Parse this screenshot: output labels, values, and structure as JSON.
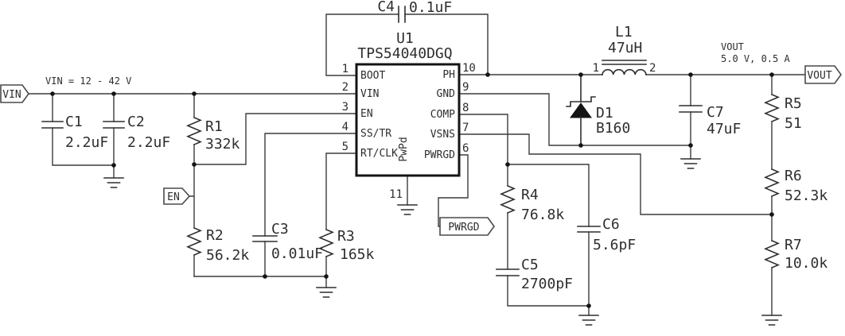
{
  "schematic": {
    "style": {
      "background": "#ffffff",
      "ink": "#333333"
    },
    "ic": {
      "refdes": "U1",
      "part": "TPS54040DGQ",
      "pins_left": [
        {
          "num": "1",
          "name": "BOOT"
        },
        {
          "num": "2",
          "name": "VIN"
        },
        {
          "num": "3",
          "name": "EN"
        },
        {
          "num": "4",
          "name": "SS/TR"
        },
        {
          "num": "5",
          "name": "RT/CLK"
        }
      ],
      "pins_right": [
        {
          "num": "10",
          "name": "PH"
        },
        {
          "num": "9",
          "name": "GND"
        },
        {
          "num": "8",
          "name": "COMP"
        },
        {
          "num": "7",
          "name": "VSNS"
        },
        {
          "num": "6",
          "name": "PWRGD"
        }
      ],
      "pin_bottom": {
        "num": "11",
        "name": "PwPd"
      }
    },
    "tags": {
      "vin": "VIN",
      "en": "EN",
      "pwrgd": "PWRGD",
      "vout": "VOUT"
    },
    "notes": {
      "vin_range": "VIN = 12 - 42 V",
      "vout_name": "VOUT",
      "vout_spec": "5.0 V, 0.5 A"
    },
    "components": {
      "C1": {
        "refdes": "C1",
        "value": "2.2uF"
      },
      "C2": {
        "refdes": "C2",
        "value": "2.2uF"
      },
      "C3": {
        "refdes": "C3",
        "value": "0.01uF"
      },
      "C4": {
        "refdes": "C4",
        "value": "0.1uF"
      },
      "C5": {
        "refdes": "C5",
        "value": "2700pF"
      },
      "C6": {
        "refdes": "C6",
        "value": "5.6pF"
      },
      "C7": {
        "refdes": "C7",
        "value": "47uF"
      },
      "R1": {
        "refdes": "R1",
        "value": "332k"
      },
      "R2": {
        "refdes": "R2",
        "value": "56.2k"
      },
      "R3": {
        "refdes": "R3",
        "value": "165k"
      },
      "R4": {
        "refdes": "R4",
        "value": "76.8k"
      },
      "R5": {
        "refdes": "R5",
        "value": "51"
      },
      "R6": {
        "refdes": "R6",
        "value": "52.3k"
      },
      "R7": {
        "refdes": "R7",
        "value": "10.0k"
      },
      "L1": {
        "refdes": "L1",
        "value": "47uH",
        "pin1": "1",
        "pin2": "2"
      },
      "D1": {
        "refdes": "D1",
        "value": "B160"
      }
    }
  }
}
